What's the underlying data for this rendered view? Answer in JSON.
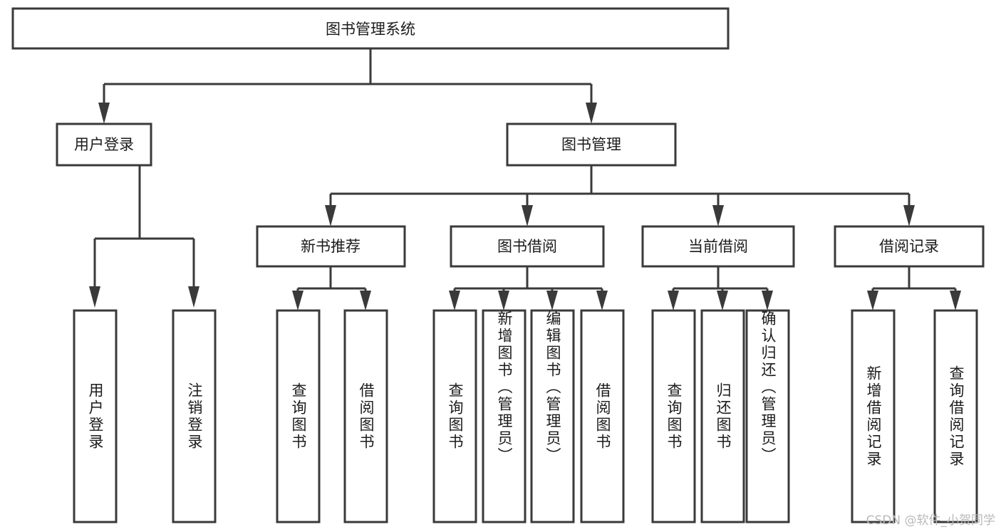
{
  "diagram": {
    "type": "hierarchy-tree",
    "title": "图书管理系统",
    "orientation": "top-down",
    "watermark": "CSDN @软件_小贺同学",
    "colors": {
      "background": "#ffffff",
      "box_fill": "#ffffff",
      "stroke": "#3a3a3a",
      "text": "#1b1b1b",
      "watermark": "#b9b9b9"
    },
    "root": {
      "label": "图书管理系统"
    },
    "level2": [
      {
        "label": "用户登录"
      },
      {
        "label": "图书管理"
      }
    ],
    "level3": [
      {
        "label": "新书推荐"
      },
      {
        "label": "图书借阅"
      },
      {
        "label": "当前借阅"
      },
      {
        "label": "借阅记录"
      }
    ],
    "leaves": {
      "user_login": [
        {
          "label": "用户登录"
        },
        {
          "label": "注销登录"
        }
      ],
      "new_book_recommend": [
        {
          "label": "查询图书"
        },
        {
          "label": "借阅图书"
        }
      ],
      "book_borrow": [
        {
          "label": "查询图书"
        },
        {
          "label": "新增图书（管理员）"
        },
        {
          "label": "编辑图书（管理员）"
        },
        {
          "label": "借阅图书"
        }
      ],
      "current_borrow": [
        {
          "label": "查询图书"
        },
        {
          "label": "归还图书"
        },
        {
          "label": "确认归还（管理员）"
        }
      ],
      "borrow_record": [
        {
          "label": "新增借阅记录"
        },
        {
          "label": "查询借阅记录"
        }
      ]
    }
  }
}
